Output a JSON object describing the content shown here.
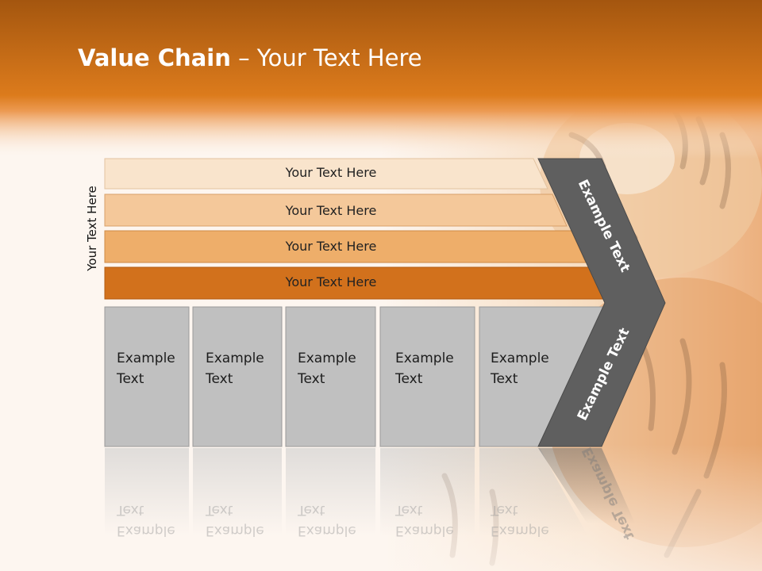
{
  "title": {
    "bold": "Value Chain",
    "rest": " – Your Text Here"
  },
  "side_label": "Your Text Here",
  "bands": [
    "Your Text Here",
    "Your Text Here",
    "Your Text Here",
    "Your Text Here"
  ],
  "boxes": [
    {
      "line1": "Example",
      "line2": "Text"
    },
    {
      "line1": "Example",
      "line2": "Text"
    },
    {
      "line1": "Example",
      "line2": "Text"
    },
    {
      "line1": "Example",
      "line2": "Text"
    },
    {
      "line1": "Example",
      "line2": "Text"
    }
  ],
  "chevron_top": "Example Text",
  "chevron_bottom": "Example Text",
  "colors": {
    "band1": "#f9e4cc",
    "band2": "#f4c89a",
    "band3": "#eeae6a",
    "band4": "#d2711c",
    "box": "#c0c0c0",
    "chevron": "#5f5f5f",
    "header": "#d9781a"
  }
}
